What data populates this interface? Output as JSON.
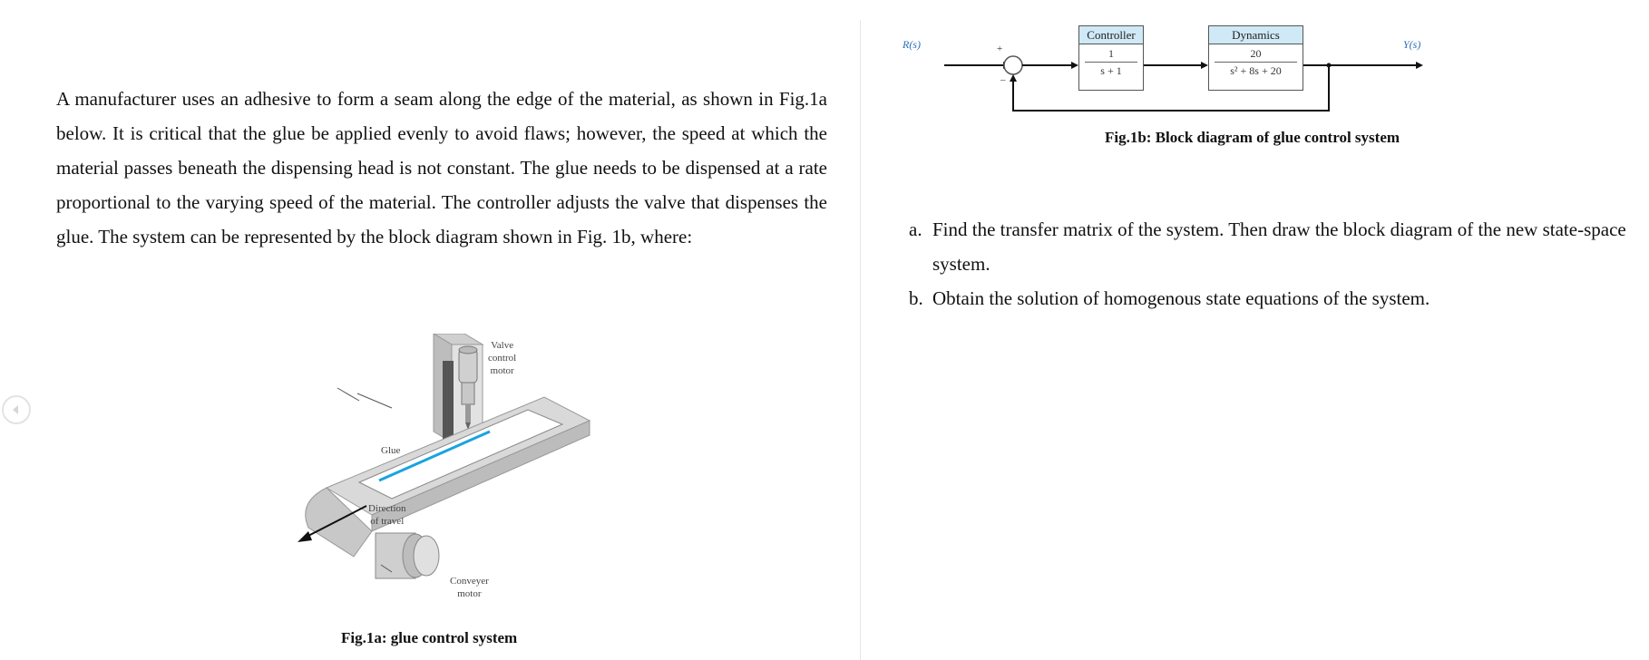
{
  "intro_text": "A manufacturer uses an adhesive to form a seam along the edge of the material, as shown in Fig.1a below. It is critical that the glue be applied evenly to avoid flaws; however, the speed at which the material passes beneath the dispensing head is not constant. The glue needs to be dispensed at a rate proportional to the varying speed of the material. The controller adjusts the valve that dispenses the glue. The system can be represented by the block diagram shown in Fig. 1b, where:",
  "fig1a": {
    "caption": "Fig.1a: glue control system",
    "labels": {
      "valve": [
        "Valve",
        "control",
        "motor"
      ],
      "glue": "Glue",
      "direction": [
        "Direction",
        "of travel"
      ],
      "conveyer": [
        "Conveyer",
        "motor"
      ]
    },
    "colors": {
      "glue_line": "#1aa3e0",
      "belt": "#d9d9d9",
      "frame": "#c4c4c4"
    }
  },
  "fig1b": {
    "caption": "Fig.1b: Block diagram of glue control system",
    "input_label": "R(s)",
    "output_label": "Y(s)",
    "plus_sign": "+",
    "minus_sign": "–",
    "controller": {
      "title": "Controller",
      "numerator": "1",
      "denominator": "s + 1"
    },
    "dynamics": {
      "title": "Dynamics",
      "numerator": "20",
      "denominator": "s² + 8s + 20"
    },
    "colors": {
      "block_header": "#cfe9f6",
      "signal_label": "#2a6fb8"
    }
  },
  "questions": [
    {
      "marker": "a.",
      "text": "Find the transfer matrix of the system. Then draw the block diagram of the new state-space system."
    },
    {
      "marker": "b.",
      "text": "Obtain the solution of homogenous state equations of the system."
    }
  ],
  "nav": {
    "prev_icon": "chevron-left-icon"
  }
}
